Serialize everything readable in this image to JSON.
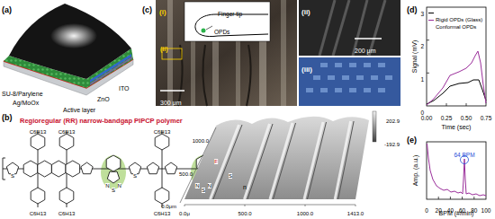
{
  "diagram": {
    "labels": [
      "(a)",
      "SU-8/Parylene",
      "Ag/MoOx",
      "ZnO",
      "ITO",
      "Active layer",
      "(b)",
      "Regioregular (RR) narrow-bandgap PIPCP polymer",
      "C6H13",
      "C6H13",
      "C6H13",
      "C6H13",
      "C6H13",
      "C6H13",
      "S",
      "N",
      "S",
      "N",
      "S",
      "N",
      "S",
      "N",
      "F",
      "S",
      "n",
      "(c)",
      "(i)",
      "Finger tip",
      "OPDs",
      "(ii)",
      "300 μm",
      "(ii)",
      "200 μm",
      "(iii)",
      "202.9",
      "-192.9",
      "1000.0",
      "500.0",
      "0.0μm",
      "0.0μ",
      "500.0",
      "1000.0",
      "1413.0",
      "(d)",
      "Signal (mV)",
      "3",
      "2",
      "1",
      "0",
      "0.00",
      "0.25",
      "0.50",
      "0.75",
      "Time (sec)",
      "(e)",
      "Amp. (a.u.)",
      "0",
      "20",
      "40",
      "60",
      "80",
      "100",
      "BPM (#/min)",
      "64 BPM"
    ],
    "legend": [
      {
        "text": "Rigid OPDs (Glass)"
      },
      {
        "text": "Conformal OPDs"
      }
    ]
  }
}
